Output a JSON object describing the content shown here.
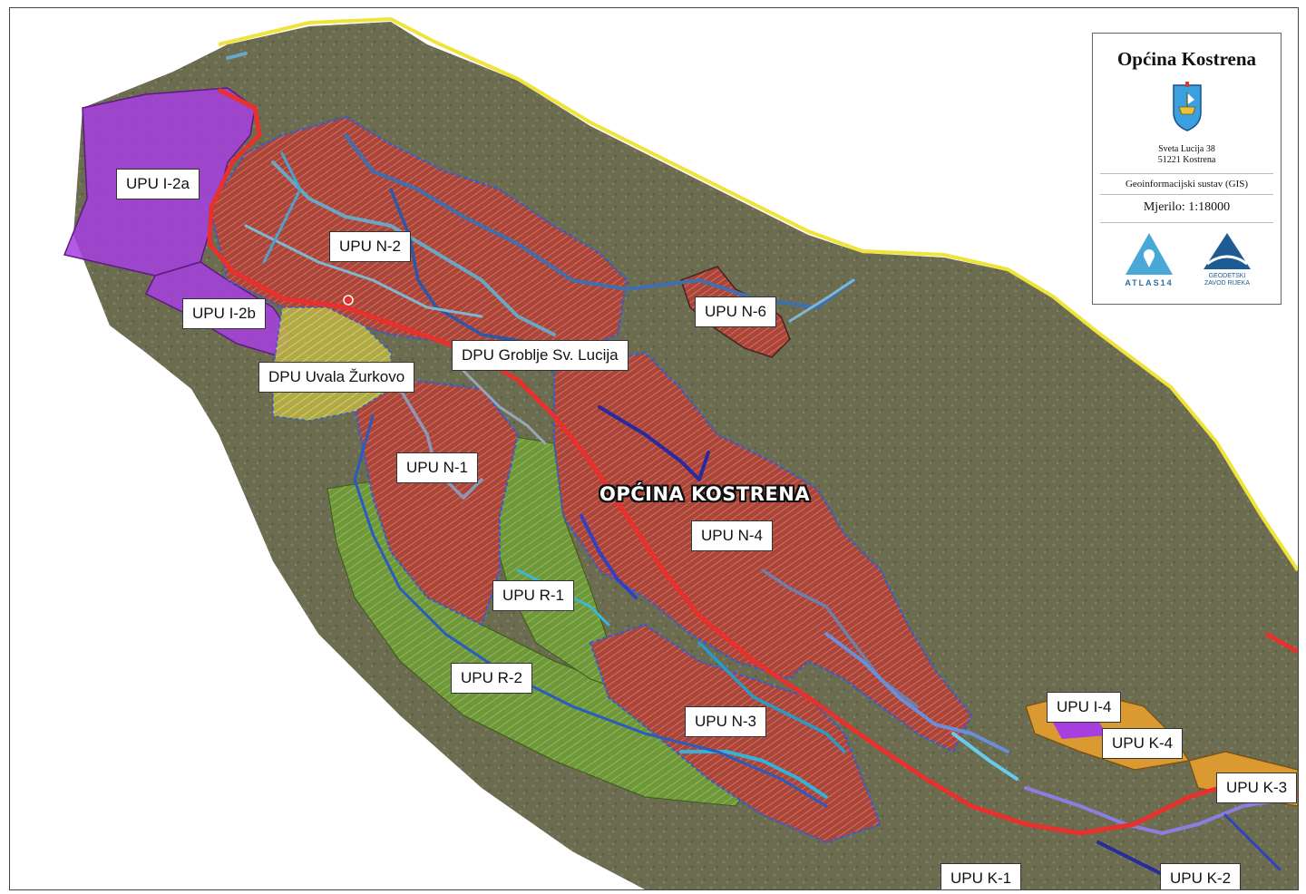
{
  "map": {
    "city_label": "OPĆINA KOSTRENA",
    "zone_labels": [
      {
        "id": "upu-i-2a",
        "text": "UPU I-2a"
      },
      {
        "id": "upu-i-2b",
        "text": "UPU I-2b"
      },
      {
        "id": "upu-n-2",
        "text": "UPU N-2"
      },
      {
        "id": "upu-n-6",
        "text": "UPU N-6"
      },
      {
        "id": "dpu-groblje",
        "text": "DPU Groblje Sv. Lucija"
      },
      {
        "id": "dpu-zurkovo",
        "text": "DPU Uvala Žurkovo"
      },
      {
        "id": "upu-n-1",
        "text": "UPU N-1"
      },
      {
        "id": "upu-n-4",
        "text": "UPU N-4"
      },
      {
        "id": "upu-r-1",
        "text": "UPU R-1"
      },
      {
        "id": "upu-r-2",
        "text": "UPU R-2"
      },
      {
        "id": "upu-n-3",
        "text": "UPU N-3"
      },
      {
        "id": "upu-i-4",
        "text": "UPU I-4"
      },
      {
        "id": "upu-k-4",
        "text": "UPU K-4"
      },
      {
        "id": "upu-k-3",
        "text": "UPU K-3"
      },
      {
        "id": "upu-k-1",
        "text": "UPU K-1"
      },
      {
        "id": "upu-k-2",
        "text": "UPU K-2"
      }
    ],
    "colors": {
      "terrain": "#6f6f52",
      "sea": "#2e4a55",
      "residential_zone": "#a8463a",
      "recreation_zone": "#6f9a3a",
      "industrial_zone": "#a63ee0",
      "commercial_zone": "#e7a02e",
      "cemetery_zone": "#d6cf45",
      "main_road": "#e8302c",
      "municipal_boundary": "#f0e43a",
      "plan_boundary": "#2d5fd6"
    }
  },
  "legend": {
    "title": "Općina Kostrena",
    "address_line1": "Sveta Lucija 38",
    "address_line2": "51221 Kostrena",
    "system": "Geoinformacijski sustav (GIS)",
    "scale": "Mjerilo:  1:18000",
    "logo1": "ATLAS14",
    "logo2_line1": "GEODETSKI",
    "logo2_line2": "ZAVOD RIJEKA"
  }
}
